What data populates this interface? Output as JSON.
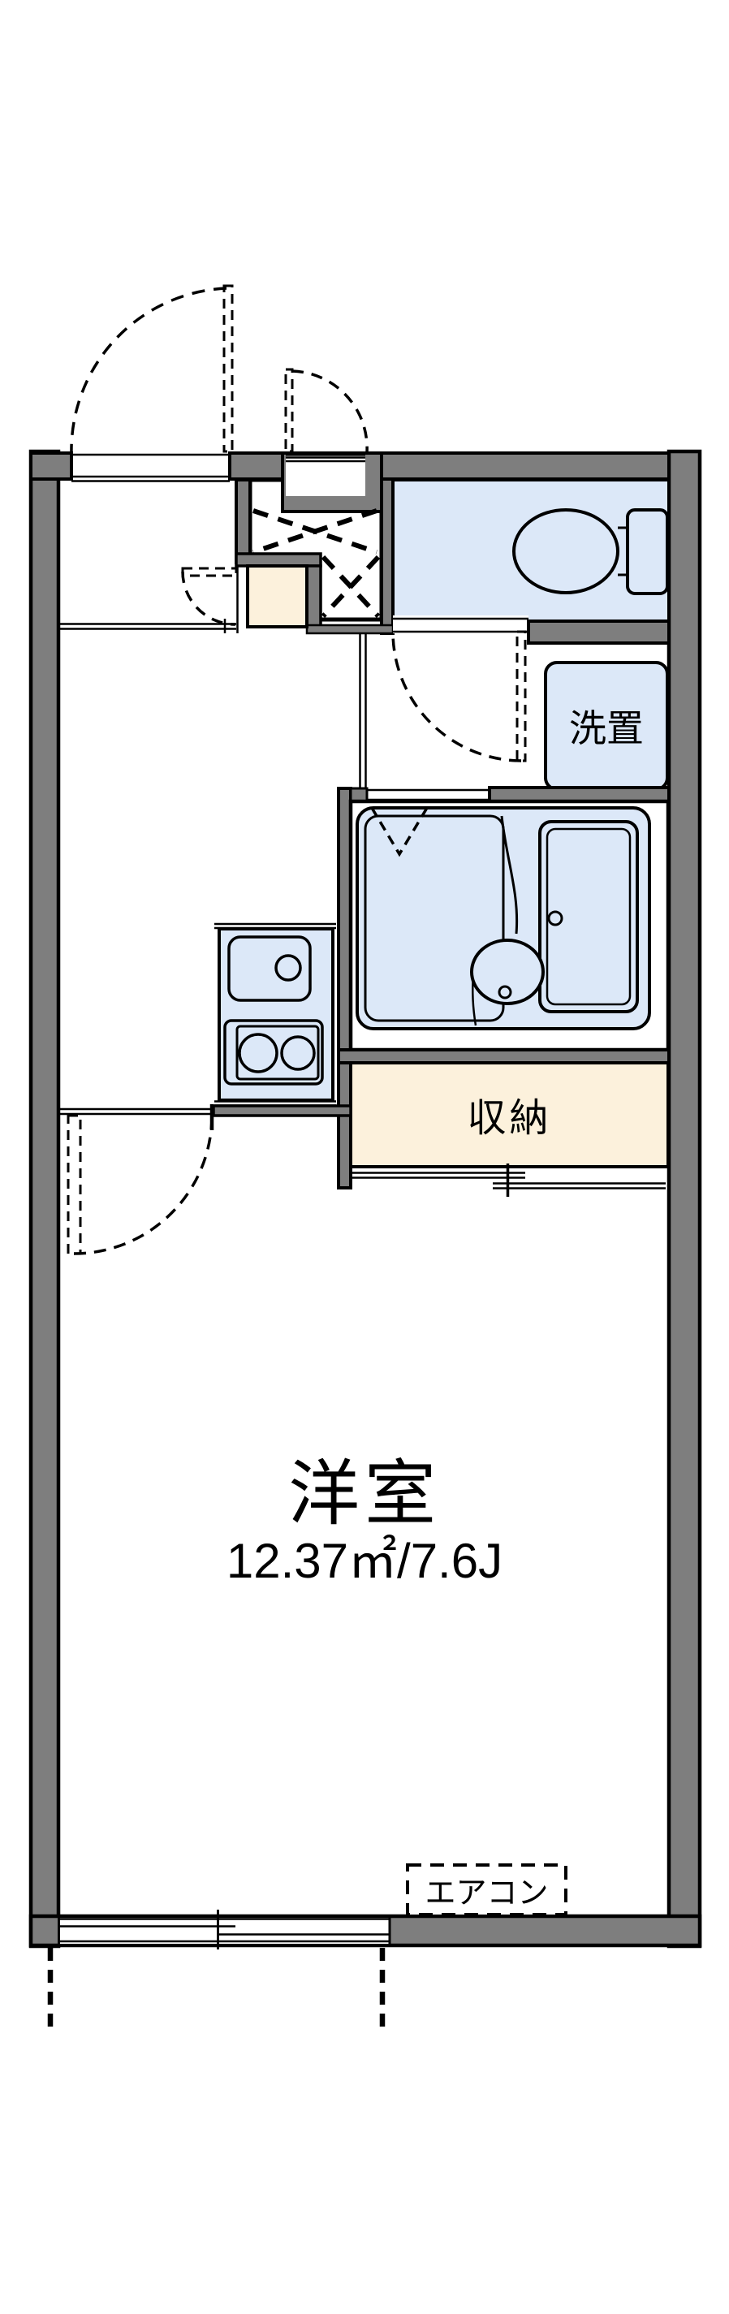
{
  "document": {
    "type": "apartment-floor-plan"
  },
  "labels": {
    "washer_space": "洗置",
    "storage": "収納",
    "main_room": "洋室",
    "main_room_area": "12.37㎡/7.6J",
    "air_conditioner": "エアコン"
  },
  "colors": {
    "wall_gray": "#7e7e7e",
    "wet_area_blue": "#dce8f8",
    "storage_cream": "#fcf1dc",
    "line_black": "#000000",
    "background": "#ffffff"
  },
  "fixtures": [
    {
      "name": "entrance-door-swing"
    },
    {
      "name": "utility-door-swing"
    },
    {
      "name": "pipe-space-x-marks"
    },
    {
      "name": "shoe-cabinet"
    },
    {
      "name": "toilet"
    },
    {
      "name": "toilet-door-swing"
    },
    {
      "name": "washing-machine-pan"
    },
    {
      "name": "unit-bath"
    },
    {
      "name": "bathtub"
    },
    {
      "name": "washbasin"
    },
    {
      "name": "bathroom-folding-door"
    },
    {
      "name": "closet-sliding-door"
    },
    {
      "name": "kitchen-sink"
    },
    {
      "name": "two-burner-stove"
    },
    {
      "name": "room-door-swing"
    },
    {
      "name": "sliding-window"
    },
    {
      "name": "air-conditioner-box"
    },
    {
      "name": "balcony-edge-dashes"
    }
  ]
}
